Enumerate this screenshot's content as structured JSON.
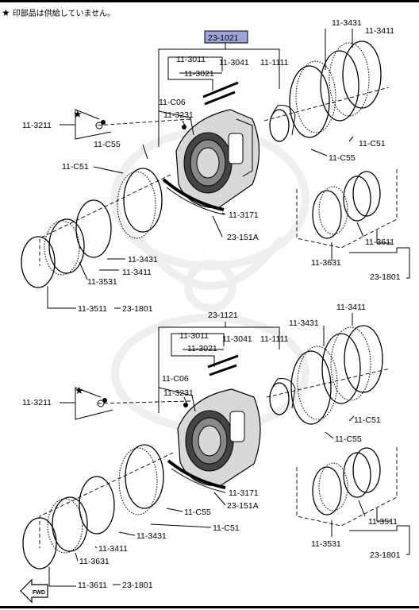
{
  "header": {
    "note_star": "★",
    "note_text": "印部品は供給していません。"
  },
  "labels": {
    "t_23_1021": "23-1021",
    "t_11_3431": "11-3431",
    "t_11_3411": "11-3411",
    "t_11_3011": "11-3011",
    "t_11_3041": "11-3041",
    "t_11_1111": "11-1111",
    "t_11_3021": "11-3021",
    "t_11_C06": "11-C06",
    "t_11_3231": "11-3231",
    "t_11_3211": "11-3211",
    "t_11_C55": "11-C55",
    "t_11_C51": "11-C51",
    "t_11_3171": "11-3171",
    "t_23_151A": "23-151A",
    "t_11_3611": "11-3611",
    "t_11_3631": "11-3631",
    "t_23_1801": "23-1801",
    "t_11_3531": "11-3531",
    "t_11_3511": "11-3511",
    "b_23_1121": "23-1121",
    "b_11_3411": "11-3411",
    "b_11_3431": "11-3431",
    "b_11_3011": "11-3011",
    "b_11_3041": "11-3041",
    "b_11_1111": "11-1111",
    "b_11_3021": "11-3021",
    "b_11_C06": "11-C06",
    "b_11_3231": "11-3231",
    "b_11_3211": "11-3211",
    "b_11_C51": "11-C51",
    "b_11_C55": "11-C55",
    "b_11_3171": "11-3171",
    "b_23_151A": "23-151A",
    "b_11_C55b": "11-C55",
    "b_11_C51b": "11-C51",
    "b_11_3431b": "11-3431",
    "b_11_3411b": "11-3411",
    "b_11_3631": "11-3631",
    "b_11_3611": "11-3611",
    "b_23_1801": "23-1801",
    "b_11_3511": "11-3511",
    "b_11_3531": "11-3531",
    "b_23_1801b": "23-1801"
  },
  "fwd_label": "FWD",
  "colors": {
    "highlight": "#9ea4d8",
    "ink": "#000000",
    "housing": "#d8d8d8"
  }
}
